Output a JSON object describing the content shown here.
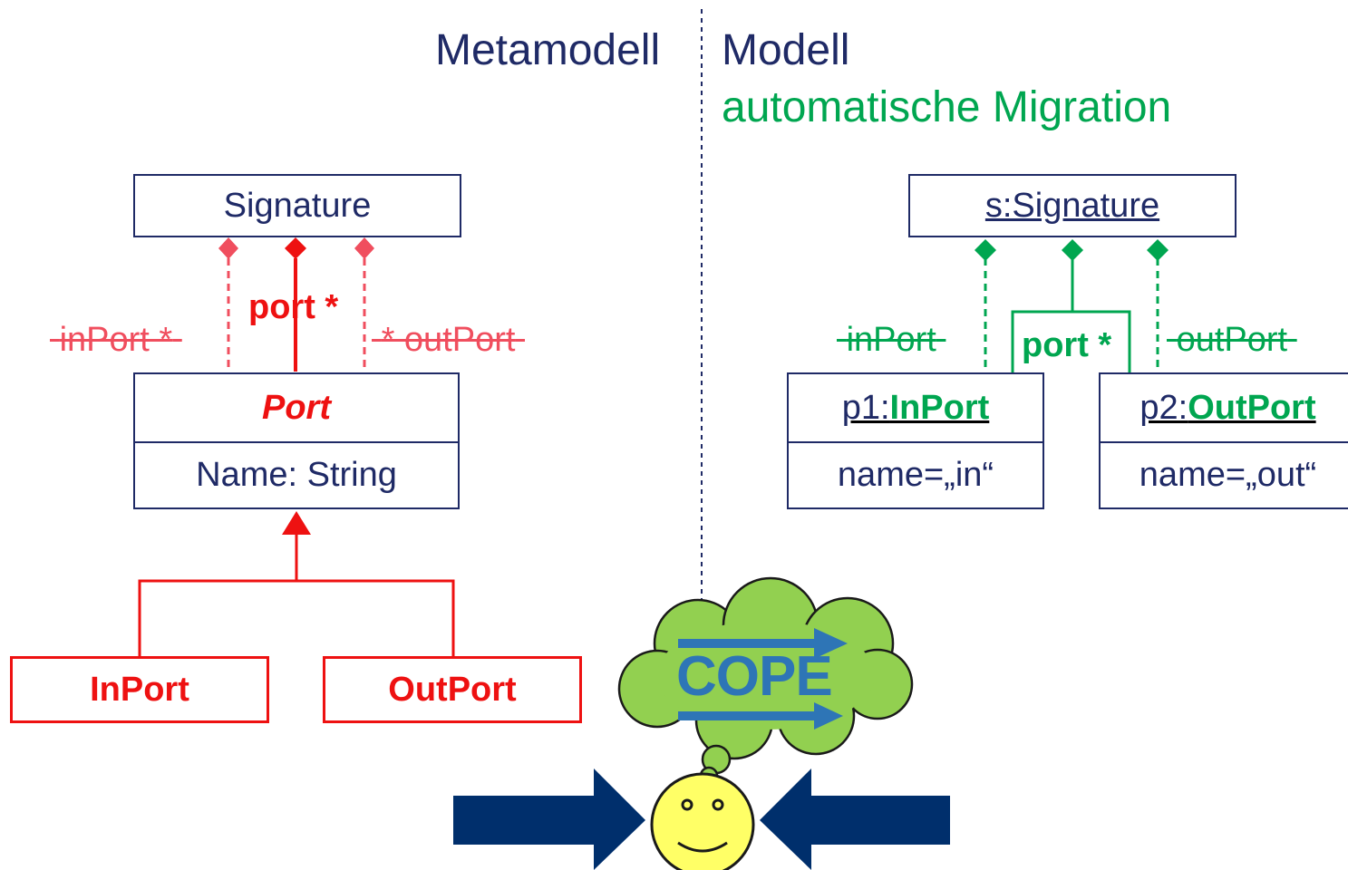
{
  "headings": {
    "metamodel": "Metamodell",
    "model": "Modell",
    "migration": "automatische Migration"
  },
  "metamodel": {
    "signature": "Signature",
    "port_ref": "port *",
    "inport_ref": "inPort *",
    "outport_ref": "* outPort",
    "port_class": "Port",
    "port_attr": "Name: String",
    "inport_class": "InPort",
    "outport_class": "OutPort"
  },
  "model": {
    "signature": "s:Signature",
    "port_ref": "port *",
    "inport_ref": "inPort",
    "outport_ref": "outPort",
    "p1_name": "p1:",
    "p1_type": "InPort",
    "p1_attr": "name=„in“",
    "p2_name": "p2:",
    "p2_type": "OutPort",
    "p2_attr": "name=„out“"
  },
  "tool": {
    "logo": "COPE"
  },
  "colors": {
    "navy": "#1f2a66",
    "green": "#00a650",
    "red": "#ee1111",
    "removed_red": "#f04e5e",
    "cloud": "#92d050",
    "smiley": "#ffff66",
    "arrow": "#002f6c"
  }
}
